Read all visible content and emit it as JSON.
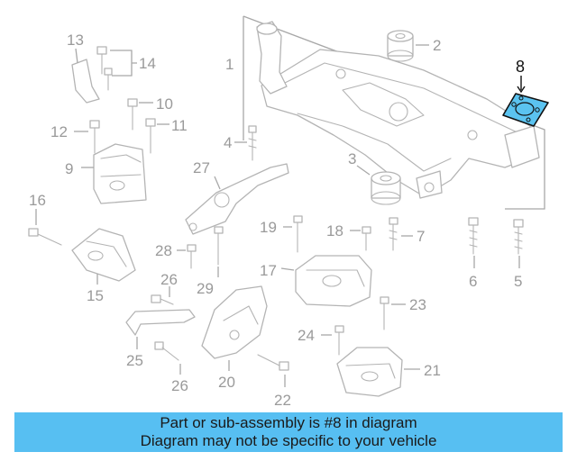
{
  "diagram": {
    "callouts": [
      {
        "id": "1",
        "label": "1"
      },
      {
        "id": "2",
        "label": "2"
      },
      {
        "id": "3",
        "label": "3"
      },
      {
        "id": "4",
        "label": "4"
      },
      {
        "id": "5",
        "label": "5"
      },
      {
        "id": "6",
        "label": "6"
      },
      {
        "id": "7",
        "label": "7"
      },
      {
        "id": "8",
        "label": "8"
      },
      {
        "id": "9",
        "label": "9"
      },
      {
        "id": "10",
        "label": "10"
      },
      {
        "id": "11",
        "label": "11"
      },
      {
        "id": "12",
        "label": "12"
      },
      {
        "id": "13",
        "label": "13"
      },
      {
        "id": "14",
        "label": "14"
      },
      {
        "id": "15",
        "label": "15"
      },
      {
        "id": "16",
        "label": "16"
      },
      {
        "id": "17",
        "label": "17"
      },
      {
        "id": "18",
        "label": "18"
      },
      {
        "id": "19",
        "label": "19"
      },
      {
        "id": "20",
        "label": "20"
      },
      {
        "id": "21",
        "label": "21"
      },
      {
        "id": "22",
        "label": "22"
      },
      {
        "id": "23",
        "label": "23"
      },
      {
        "id": "24",
        "label": "24"
      },
      {
        "id": "25",
        "label": "25"
      },
      {
        "id": "26a",
        "label": "26"
      },
      {
        "id": "26b",
        "label": "26"
      },
      {
        "id": "27",
        "label": "27"
      },
      {
        "id": "28",
        "label": "28"
      },
      {
        "id": "29",
        "label": "29"
      }
    ],
    "highlighted_part": "8",
    "colors": {
      "line_art": "#b4b4b4",
      "callout_text": "#9a9a9a",
      "highlight_fill": "#5bc3f0",
      "highlight_stroke": "#111111",
      "banner_background": "#57bff2"
    }
  },
  "banner": {
    "line1": "Part or sub-assembly is #8 in diagram",
    "line2": "Diagram may not be specific to your vehicle"
  }
}
